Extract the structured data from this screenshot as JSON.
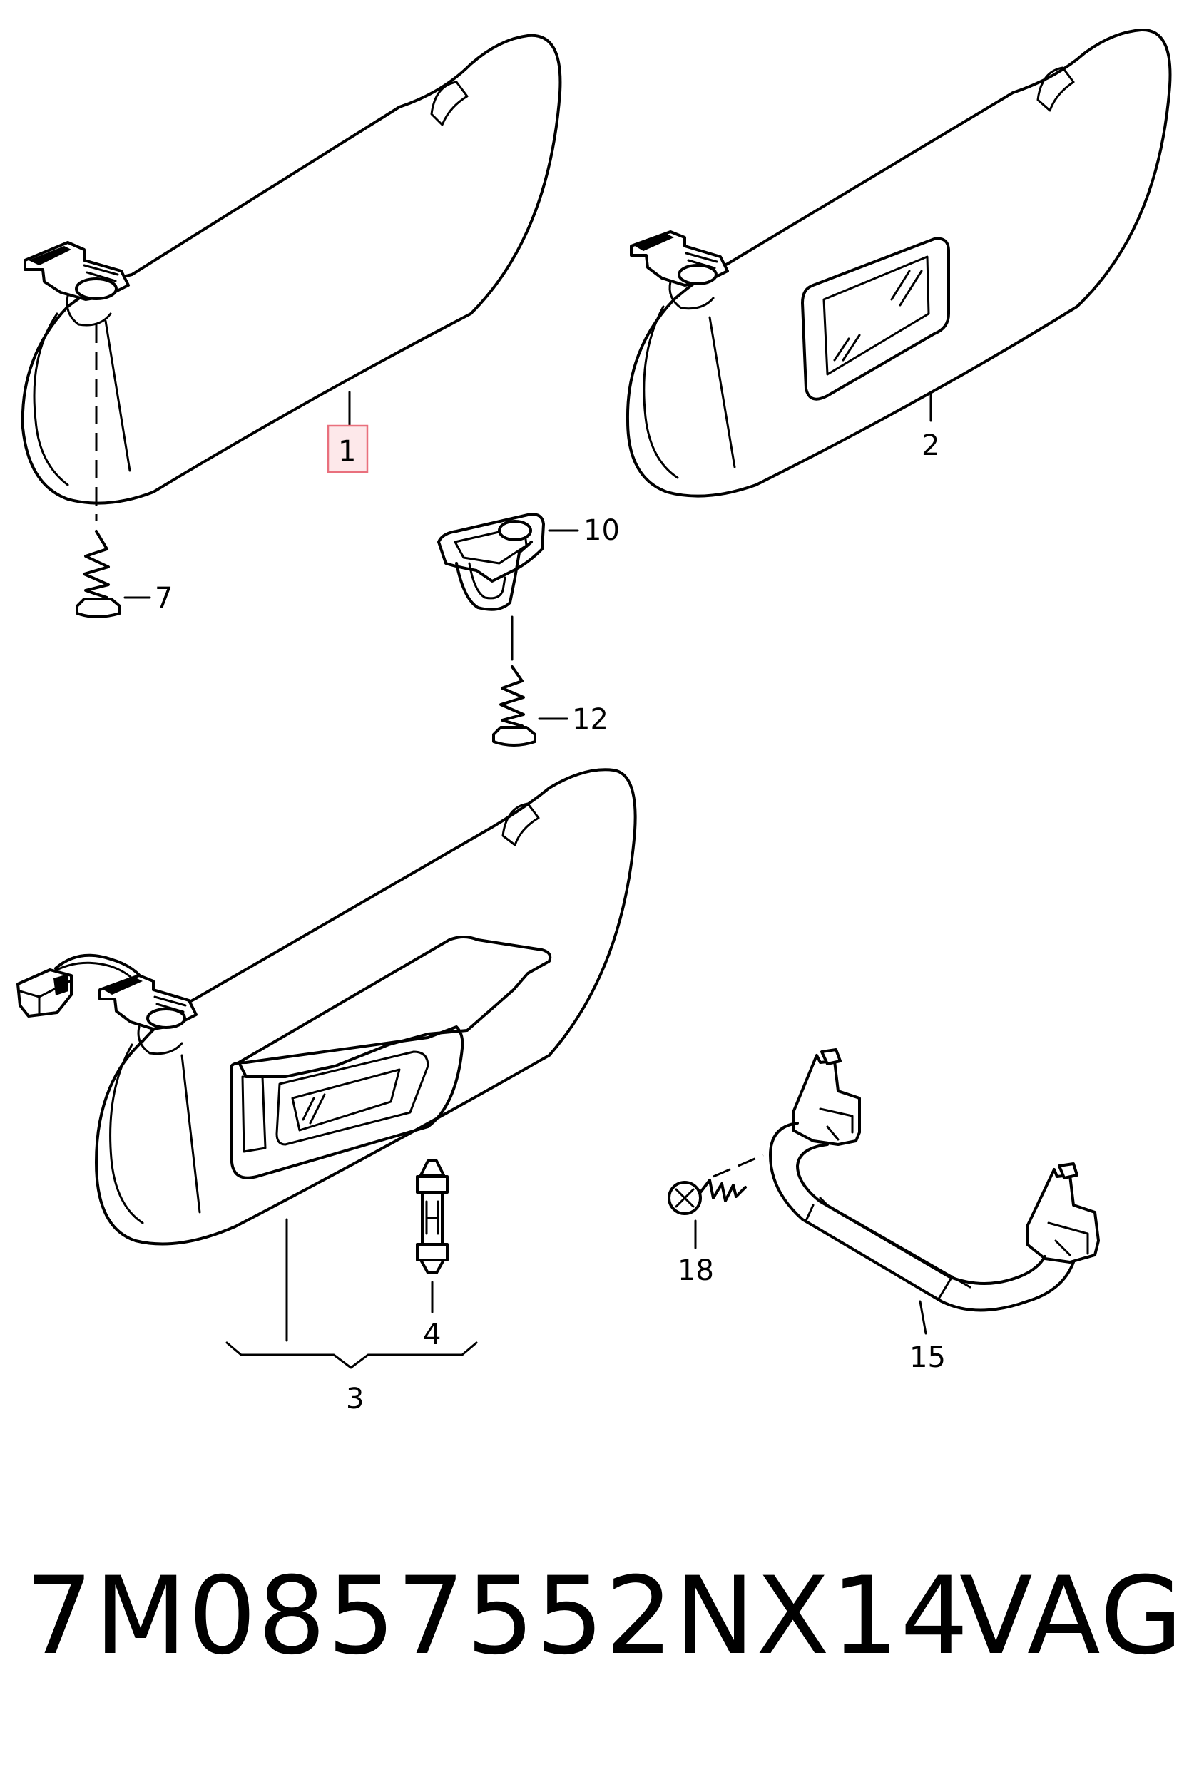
{
  "callouts": {
    "p1": "1",
    "p2": "2",
    "p3": "3",
    "p4": "4",
    "p7": "7",
    "p10": "10",
    "p12": "12",
    "p15": "15",
    "p18": "18"
  },
  "caption": {
    "part_number": "7M0857552NX14",
    "brand": "VAG"
  },
  "colors": {
    "line": "#000000",
    "highlight_fill": "#fde8ea",
    "highlight_stroke": "#e9707d"
  }
}
